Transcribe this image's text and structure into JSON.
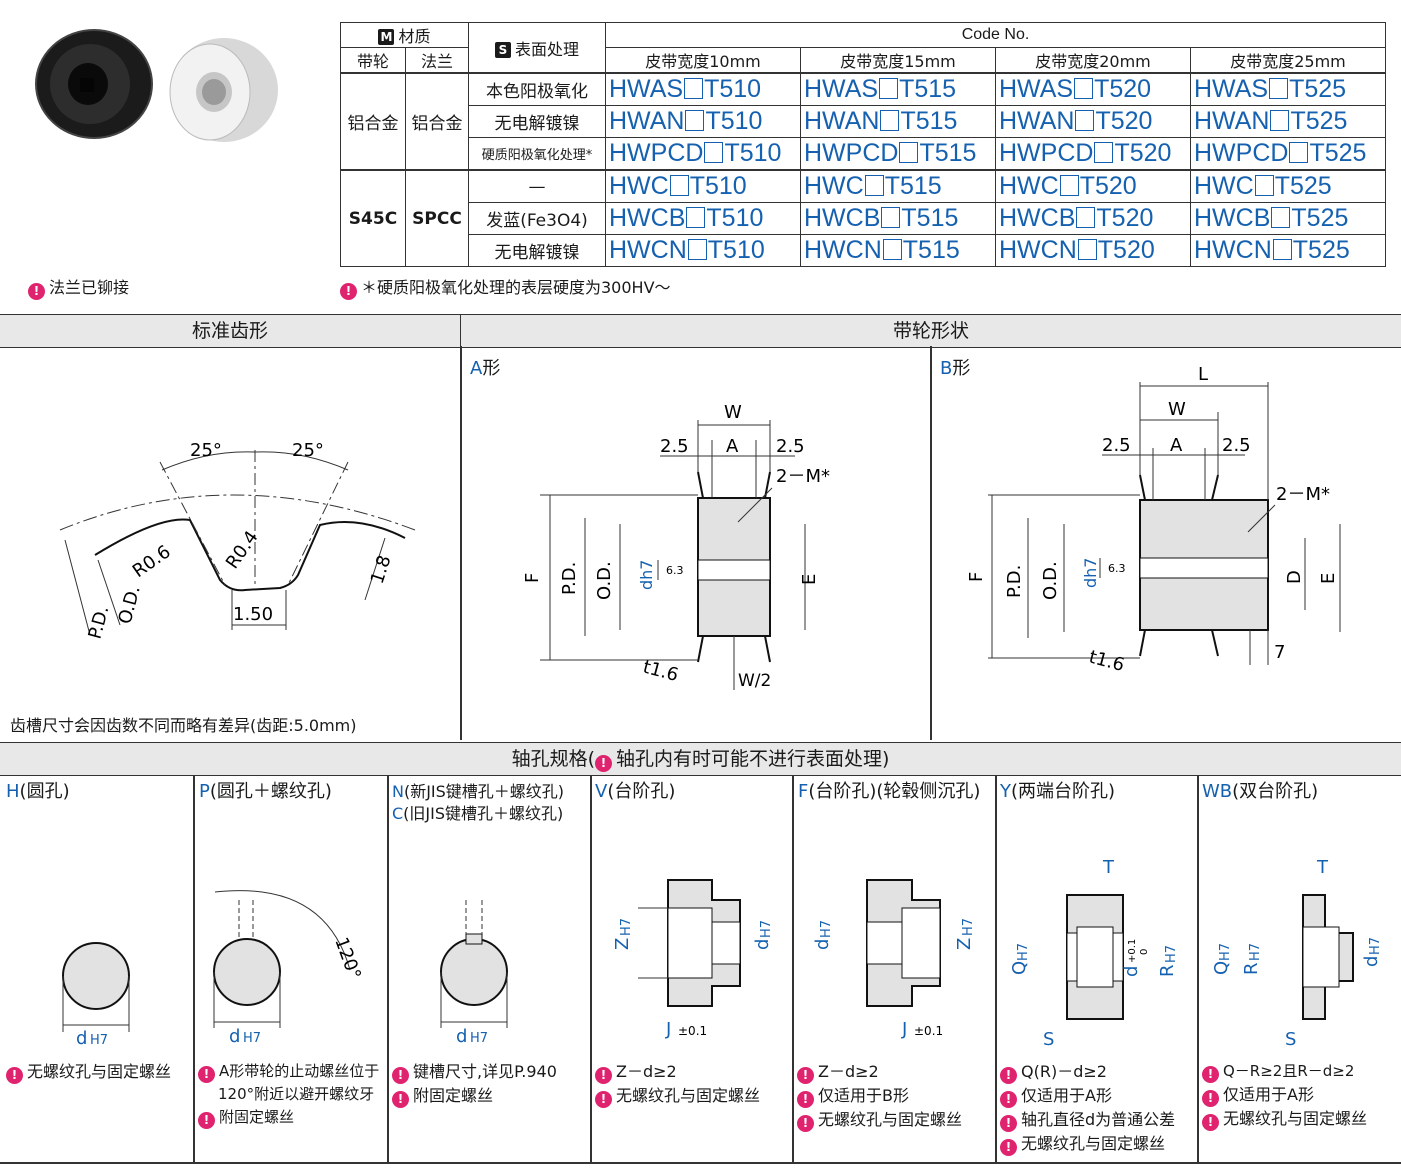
{
  "materials": {
    "material_badge": "M",
    "material_label": "材质",
    "surface_badge": "S",
    "surface_label": "表面处理",
    "pulley_label": "带轮",
    "flange_label": "法兰",
    "code_header": "Code No.",
    "widths": [
      "皮带宽度10mm",
      "皮带宽度15mm",
      "皮带宽度20mm",
      "皮带宽度25mm"
    ],
    "group1": {
      "pulley": "铝合金",
      "flange": "铝合金"
    },
    "group2": {
      "pulley": "S45C",
      "flange": "SPCC"
    },
    "rows": [
      {
        "surface": "本色阳极氧化",
        "prefix": "HWAS",
        "suffixes": [
          "T510",
          "T515",
          "T520",
          "T525"
        ]
      },
      {
        "surface": "无电解镀镍",
        "prefix": "HWAN",
        "suffixes": [
          "T510",
          "T515",
          "T520",
          "T525"
        ]
      },
      {
        "surface": "硬质阳极氧化处理*",
        "prefix": "HWPCD",
        "suffixes": [
          "T510",
          "T515",
          "T520",
          "T525"
        ]
      },
      {
        "surface": "—",
        "prefix": "HWC",
        "suffixes": [
          "T510",
          "T515",
          "T520",
          "T525"
        ]
      },
      {
        "surface": "发蓝(Fe3O4)",
        "prefix": "HWCB",
        "suffixes": [
          "T510",
          "T515",
          "T520",
          "T525"
        ]
      },
      {
        "surface": "无电解镀镍",
        "prefix": "HWCN",
        "suffixes": [
          "T510",
          "T515",
          "T520",
          "T525"
        ]
      }
    ],
    "note_left": "法兰已铆接",
    "note_right": "＊硬质阳极氧化处理的表层硬度为300HV～"
  },
  "sections": {
    "tooth": "标准齿形",
    "shape": "带轮形状",
    "bore": "轴孔规格(",
    "bore_note": "轴孔内有时可能不进行表面处理)"
  },
  "tooth": {
    "angle_left": "25°",
    "angle_right": "25°",
    "r1": "R0.6",
    "r2": "R0.4",
    "depth": "1.8",
    "width": "1.50",
    "pd": "P.D.",
    "od": "O.D.",
    "note": "齿槽尺寸会因齿数不同而略有差异(齿距:5.0mm)"
  },
  "shapeA": {
    "title": "A形",
    "W": "W",
    "A": "A",
    "d1": "2.5",
    "d2": "2.5",
    "M": "2－M*",
    "F": "F",
    "PD": "P.D.",
    "OD": "O.D.",
    "d": "d",
    "dsub": "h7",
    "rough": "6.3",
    "E": "E",
    "t": "t1.6",
    "W2": "W/2"
  },
  "shapeB": {
    "title": "B形",
    "L": "L",
    "W": "W",
    "A": "A",
    "d1": "2.5",
    "d2": "2.5",
    "M": "2－M*",
    "F": "F",
    "PD": "P.D.",
    "OD": "O.D.",
    "d": "d",
    "dsub": "h7",
    "rough": "6.3",
    "D": "D",
    "E": "E",
    "t": "t1.6",
    "seven": "7"
  },
  "bores": [
    {
      "code": "H",
      "title": "(圆孔)",
      "title2": "",
      "notes": [
        "无螺纹孔与固定螺丝"
      ]
    },
    {
      "code": "P",
      "title": "(圆孔＋螺纹孔)",
      "title2": "",
      "angle": "120°",
      "notes": [
        "A形带轮的止动螺丝位于",
        "120°附近以避开螺纹牙",
        "附固定螺丝"
      ]
    },
    {
      "code": "N",
      "title": "(新JIS键槽孔＋螺纹孔)",
      "code2": "C",
      "title2": "(旧JIS键槽孔＋螺纹孔)",
      "notes": [
        "键槽尺寸,详见P.940",
        "附固定螺丝"
      ]
    },
    {
      "code": "V",
      "title": "(台阶孔)",
      "title2": "",
      "notes": [
        "Z－d≥2",
        "无螺纹孔与固定螺丝"
      ]
    },
    {
      "code": "F",
      "title": "(台阶孔)(轮毂侧沉孔)",
      "title2": "",
      "notes": [
        "Z－d≥2",
        "仅适用于B形",
        "无螺纹孔与固定螺丝"
      ]
    },
    {
      "code": "Y",
      "title": "(两端台阶孔)",
      "title2": "",
      "notes": [
        "Q(R)－d≥2",
        "仅适用于A形",
        "轴孔直径d为普通公差",
        "无螺纹孔与固定螺丝"
      ]
    },
    {
      "code": "WB",
      "title": "(双台阶孔)",
      "title2": "",
      "notes": [
        "Q－R≥2且R－d≥2",
        "仅适用于A形",
        "无螺纹孔与固定螺丝"
      ]
    }
  ],
  "bore_labels": {
    "d": "d",
    "H7": "H7",
    "Z": "Z",
    "J": "J",
    "J_tol": "±0.1",
    "Q": "Q",
    "R": "R",
    "S": "S",
    "T": "T",
    "d_tol_up": "+0.1",
    "d_tol_low": "0"
  },
  "colors": {
    "accent_blue": "#1561b0",
    "tip_magenta": "#e0236e",
    "bar_gray": "#e8e8e8"
  }
}
